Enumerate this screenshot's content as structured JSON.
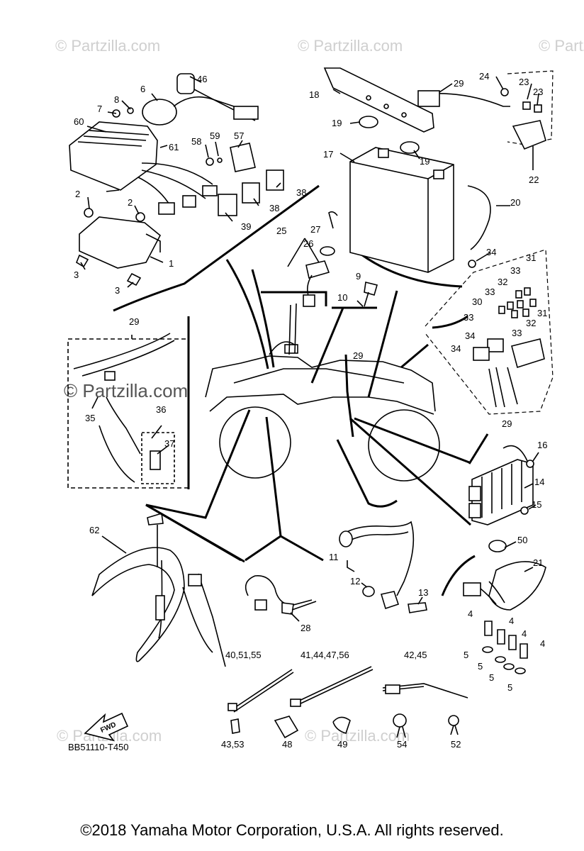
{
  "diagram_code": "BB51110-T450",
  "fwd_label": "FWD",
  "watermarks": [
    "© Partzilla.com",
    "© Partzilla.com",
    "© Partzilla.com",
    "© Partzilla.com",
    "© Partzilla.com",
    "© Partzilla.com"
  ],
  "copyright": "©2018 Yamaha Motor Corporation, U.S.A. All rights reserved.",
  "callouts": {
    "c46": "46",
    "c6": "6",
    "c8": "8",
    "c7": "7",
    "c60": "60",
    "c58": "58",
    "c59": "59",
    "c57": "57",
    "c61": "61",
    "c2a": "2",
    "c2b": "2",
    "c38a": "38",
    "c38b": "38",
    "c39": "39",
    "c1": "1",
    "c3a": "3",
    "c3b": "3",
    "c18": "18",
    "c29a": "29",
    "c24": "24",
    "c23a": "23",
    "c23b": "23",
    "c19a": "19",
    "c19b": "19",
    "c17": "17",
    "c22": "22",
    "c20": "20",
    "c34a": "34",
    "c25": "25",
    "c27": "27",
    "c26": "26",
    "c9": "9",
    "c10": "10",
    "c31a": "31",
    "c33a": "33",
    "c32a": "32",
    "c33b": "33",
    "c30": "30",
    "c31b": "31",
    "c33c": "33",
    "c32b": "32",
    "c33d": "33",
    "c34b": "34",
    "c34c": "34",
    "c29b": "29",
    "c29c": "29",
    "c35": "35",
    "c36": "36",
    "c37": "37",
    "c29d": "29",
    "c16": "16",
    "c14": "14",
    "c15": "15",
    "c62": "62",
    "c11": "11",
    "c12": "12",
    "c13": "13",
    "c50": "50",
    "c21": "21",
    "c4a": "4",
    "c4b": "4",
    "c4c": "4",
    "c4d": "4",
    "c5a": "5",
    "c5b": "5",
    "c5c": "5",
    "c5d": "5",
    "c28": "28",
    "c405155": "40,51,55",
    "c41444756": "41,44,47,56",
    "c4245": "42,45",
    "c4353": "43,53",
    "c48": "48",
    "c49": "49",
    "c54": "54",
    "c52": "52"
  }
}
